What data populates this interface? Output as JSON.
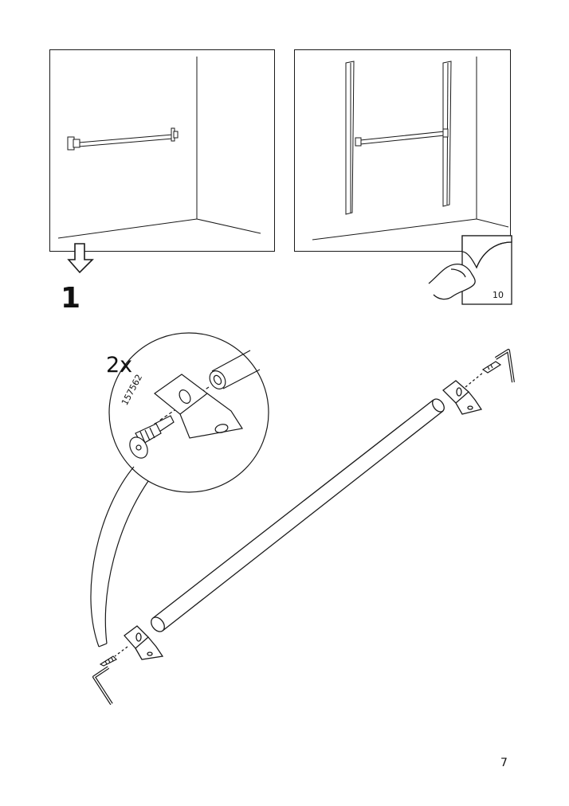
{
  "step": {
    "number": "1"
  },
  "detail": {
    "quantity": "2x",
    "part_number": "157562"
  },
  "reference": {
    "page": "10"
  },
  "footer": {
    "page_number": "7"
  },
  "icons": {
    "down_arrow": "hollow-down-arrow-icon",
    "page_turn": "hand-turning-page-icon",
    "hex_key": "allen-key-icon",
    "screw": "screw-icon"
  },
  "colors": {
    "line": "#1a1a1a",
    "background": "#ffffff"
  }
}
